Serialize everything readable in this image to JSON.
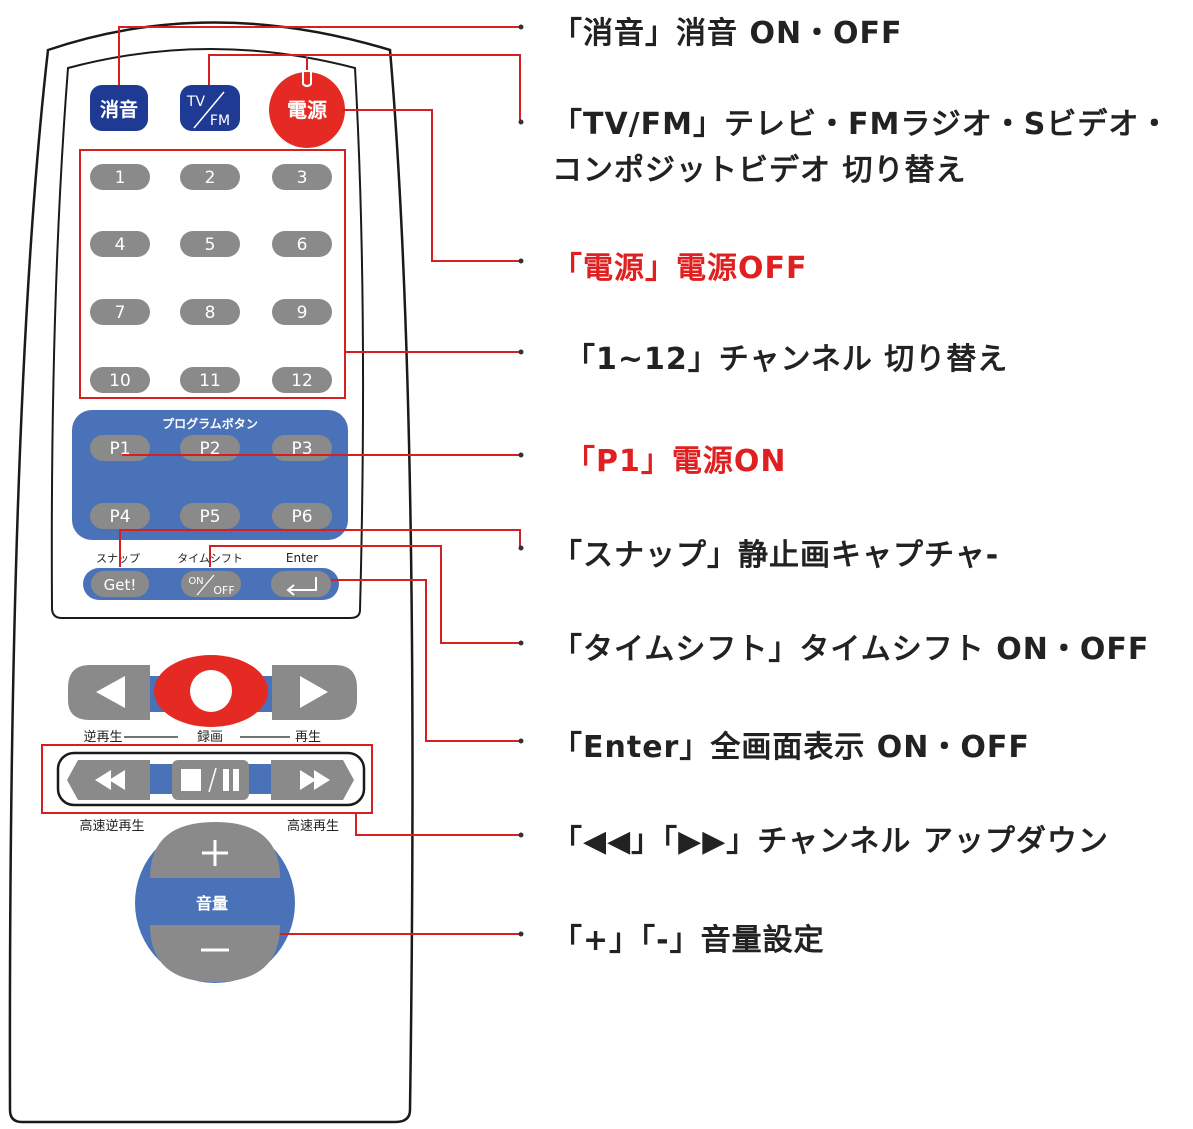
{
  "remote": {
    "mute_label": "消音",
    "tvfm_top": "TV",
    "tvfm_bottom": "FM",
    "power_label": "電源",
    "num_keys": [
      "1",
      "2",
      "3",
      "4",
      "5",
      "6",
      "7",
      "8",
      "9",
      "10",
      "11",
      "12"
    ],
    "program_title": "プログラムボタン",
    "program_keys": [
      "P1",
      "P2",
      "P3",
      "P4",
      "P5",
      "P6"
    ],
    "snap_caption": "スナップ",
    "snap_label": "Get!",
    "timeshift_caption": "タイムシフト",
    "timeshift_on": "ON",
    "timeshift_off": "OFF",
    "enter_caption": "Enter",
    "reverse_caption": "逆再生",
    "record_caption": "録画",
    "play_caption": "再生",
    "ffrev_caption": "高速逆再生",
    "ff_caption": "高速再生",
    "volume_label": "音量"
  },
  "annotations": {
    "mute": "「消音」消音 ON・OFF",
    "tvfm_line1": "「TV/FM」テレビ・FMラジオ・Sビデオ・",
    "tvfm_line2": "コンポジットビデオ 切り替え",
    "power": "「電源」電源OFF",
    "channels": "「1~12」チャンネル 切り替え",
    "p1": "「P1」電源ON",
    "snap": "「スナップ」静止画キャプチャ-",
    "timeshift": "「タイムシフト」タイムシフト ON・OFF",
    "enter": "「Enter」全画面表示 ON・OFF",
    "updown": "「◀◀」「▶▶」チャンネル アップダウン",
    "volume": "「+」「-」音量設定"
  },
  "colors": {
    "blue": "#4a72b8",
    "navy": "#1f3a93",
    "red": "#e02020",
    "gray_key": "#8a8a8a",
    "line_red": "#d42020"
  }
}
